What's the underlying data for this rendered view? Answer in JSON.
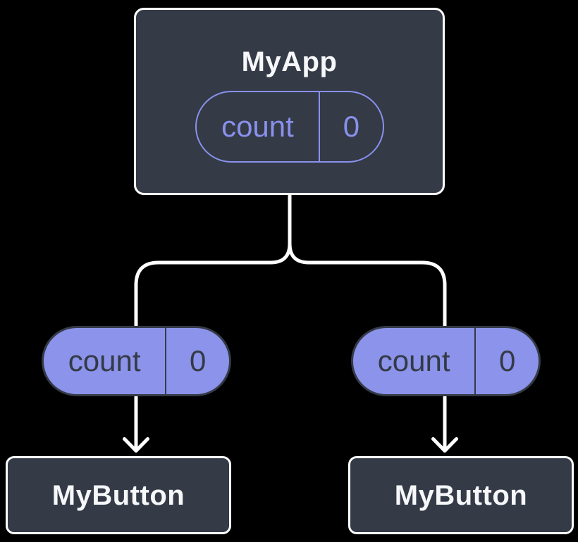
{
  "diagram": {
    "root": {
      "title": "MyApp",
      "state": {
        "name": "count",
        "value": "0"
      }
    },
    "children": [
      {
        "title": "MyButton",
        "prop": {
          "name": "count",
          "value": "0"
        }
      },
      {
        "title": "MyButton",
        "prop": {
          "name": "count",
          "value": "0"
        }
      }
    ]
  },
  "colors": {
    "background": "#000000",
    "node_fill": "#343A46",
    "node_border": "#FFFFFF",
    "title_text": "#F6F7F9",
    "purple_outline": "#8891EC",
    "purple_fill": "#8B93EA",
    "pill_dark_text": "#343A46",
    "connector": "#FFFFFF"
  }
}
